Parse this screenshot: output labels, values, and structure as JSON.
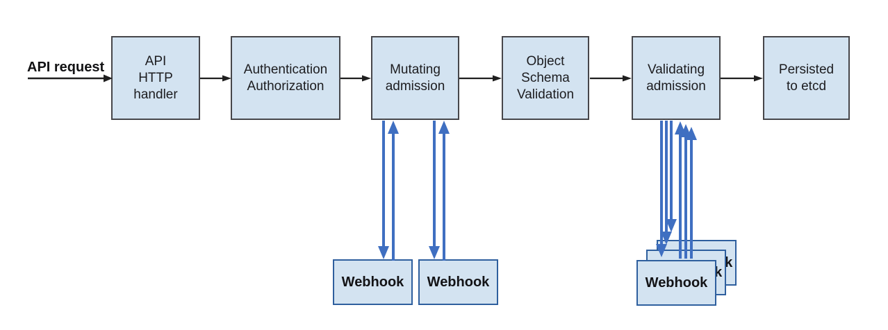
{
  "api_request_label": "API request",
  "flow_boxes": [
    {
      "name": "api-http-handler",
      "lines": [
        "API",
        "HTTP",
        "handler"
      ]
    },
    {
      "name": "authentication-authorization",
      "lines": [
        "Authentication",
        "Authorization"
      ]
    },
    {
      "name": "mutating-admission",
      "lines": [
        "Mutating",
        "admission"
      ]
    },
    {
      "name": "object-schema-validation",
      "lines": [
        "Object",
        "Schema",
        "Validation"
      ]
    },
    {
      "name": "validating-admission",
      "lines": [
        "Validating",
        "admission"
      ]
    },
    {
      "name": "persisted-to-etcd",
      "lines": [
        "Persisted",
        "to etcd"
      ]
    }
  ],
  "webhooks": {
    "mutating": [
      {
        "label": "Webhook"
      },
      {
        "label": "Webhook"
      }
    ],
    "validating": [
      {
        "label": "Webhook"
      },
      {
        "label": "Webhook"
      },
      {
        "label": "Webhook"
      }
    ]
  },
  "colors": {
    "box_fill": "#d3e3f1",
    "flow_box_border": "#46464a",
    "webhook_box_border": "#2e5f9e",
    "flow_arrow": "#1f1f1f",
    "webhook_arrow": "#3f6fc1"
  }
}
